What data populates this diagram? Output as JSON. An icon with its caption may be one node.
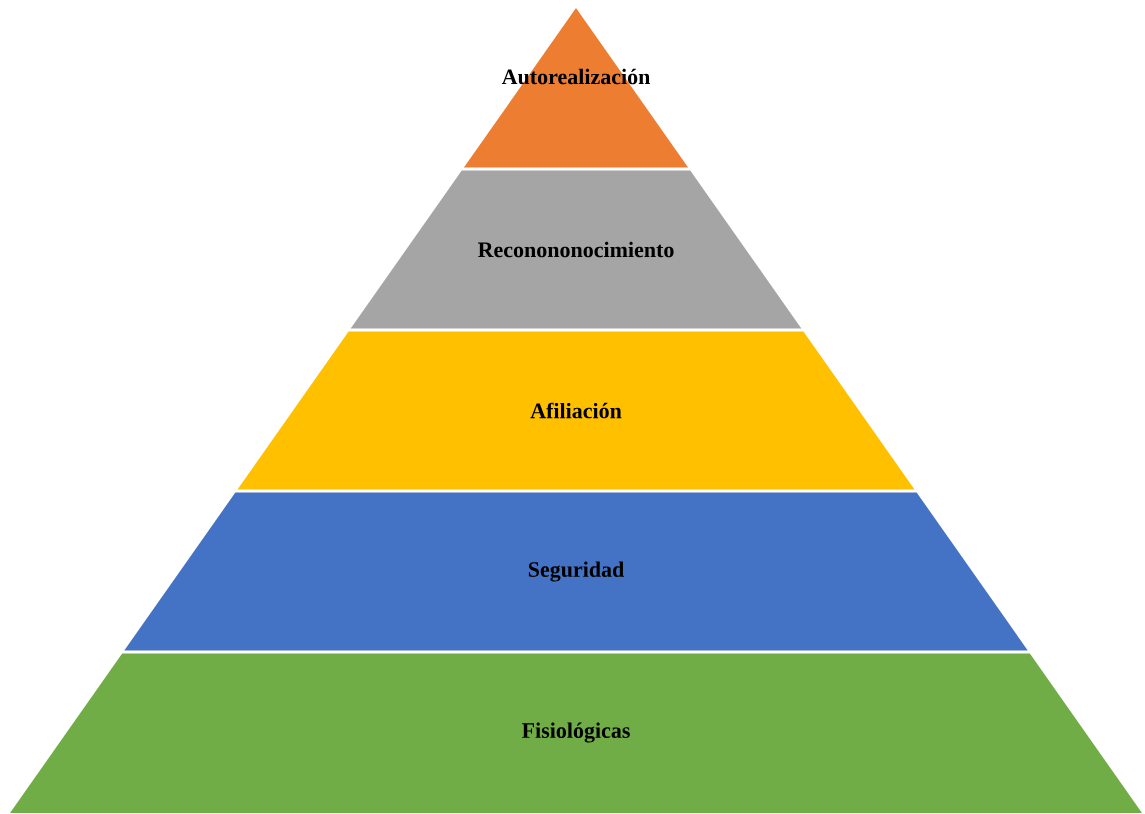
{
  "diagram": {
    "nodes": [
      {
        "text": [
          "Autorealización"
        ]
      },
      {
        "text": [
          "Reconononocimiento"
        ]
      },
      {
        "text": [
          "Afiliación"
        ]
      },
      {
        "text": [
          "Seguridad"
        ]
      },
      {
        "text": [
          "Fisiológicas"
        ]
      }
    ]
  }
}
